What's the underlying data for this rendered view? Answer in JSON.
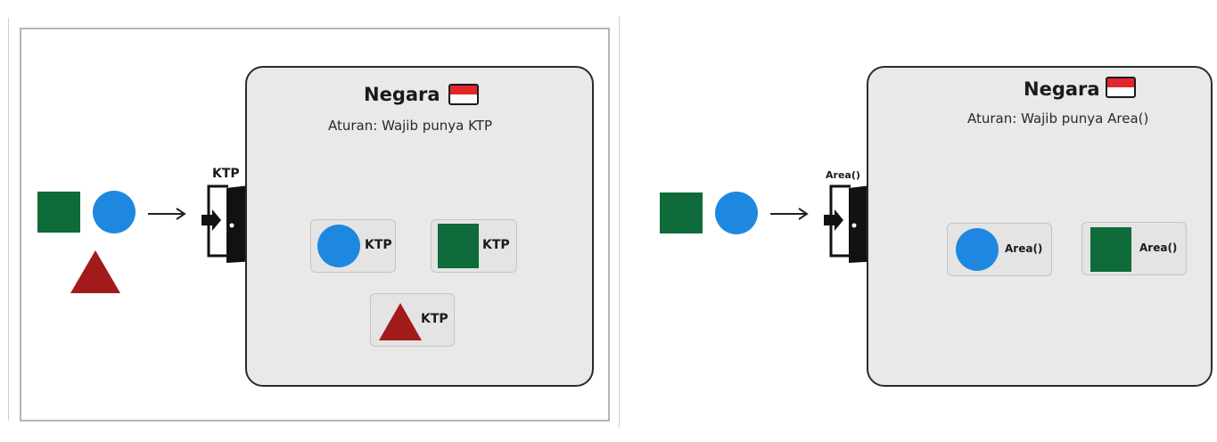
{
  "colors": {
    "square": "#0f6b3a",
    "circle": "#1e88e0",
    "triangle": "#a31a1a",
    "box_fill": "#e9e9e9",
    "flag_red": "#e2262b"
  },
  "panels": [
    {
      "title": "Negara",
      "rule": "Aturan:  Wajib punya KTP",
      "door_label": "KTP",
      "cards": [
        {
          "shape": "circle",
          "label": "KTP"
        },
        {
          "shape": "square",
          "label": "KTP"
        },
        {
          "shape": "triangle",
          "label": "KTP"
        }
      ]
    },
    {
      "title": "Negara",
      "rule": "Aturan:  Wajib punya Area()",
      "door_label": "Area()",
      "cards": [
        {
          "shape": "circle",
          "label": "Area()"
        },
        {
          "shape": "square",
          "label": "Area()"
        }
      ]
    }
  ]
}
